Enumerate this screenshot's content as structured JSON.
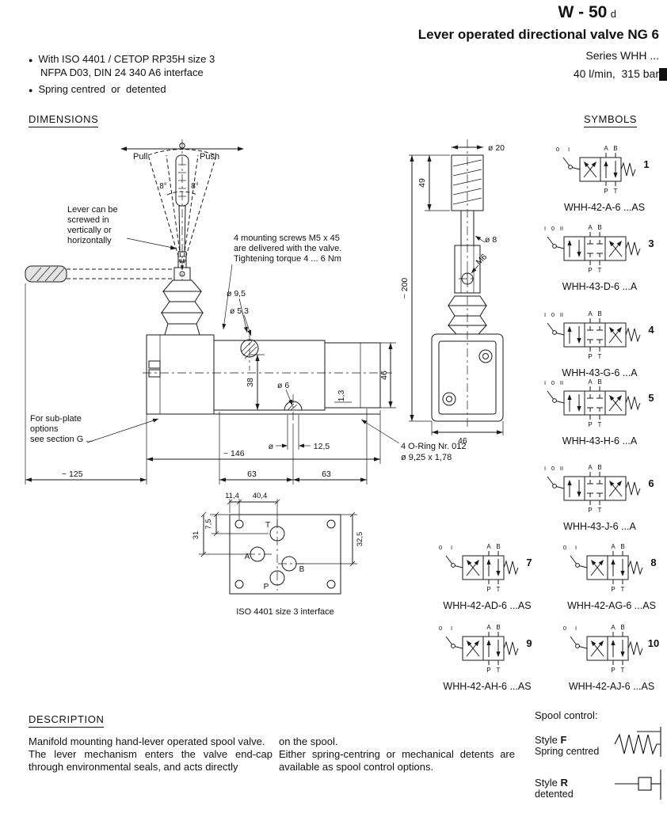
{
  "header": {
    "code": "W - 50",
    "code_suffix": "d",
    "title": "Lever operated directional valve NG 6",
    "series": "Series WHH ...",
    "rating": "40 l/min,  315 bar"
  },
  "features": {
    "bullet1_line1": "With ISO 4401 / CETOP RP35H size 3",
    "bullet1_line2": "NFPA D03, DIN 24 340 A6 interface",
    "bullet2": "Spring centred  or  detented"
  },
  "headings": {
    "dimensions": "DIMENSIONS",
    "symbols": "SYMBOLS",
    "description": "DESCRIPTION"
  },
  "drawing": {
    "pull": "Pull",
    "push": "Push",
    "angle_left": "8°",
    "angle_right": "8°",
    "lever_note_l1": "Lever can be",
    "lever_note_l2": "screwed in",
    "lever_note_l3": "vertically or",
    "lever_note_l4": "horizontally",
    "screw_note_l1": "4 mounting screws M5 x 45",
    "screw_note_l2": "are delivered with the valve.",
    "screw_note_l3": "Tightening torque 4 ... 6 Nm",
    "subplate_note_l1": "For sub-plate",
    "subplate_note_l2": "options",
    "subplate_note_l3": "see section G ...",
    "oring_note_l1": "4 O-Ring Nr. 012",
    "oring_note_l2": "ø 9,25 x 1,78",
    "dims": {
      "d95": "ø 9,5",
      "d53": "ø 5,3",
      "d38": "38",
      "d6": "ø 6",
      "d13": "1,3",
      "d46_side": "46",
      "dia_sign": "ø",
      "d125_hole": "12,5",
      "d146": "~ 146",
      "d63a": "63",
      "d63b": "63",
      "d125": "~ 125",
      "d20": "ø 20",
      "d49": "49",
      "d8": "ø 8",
      "m6": "M6",
      "d200": "~ 200",
      "d46_bottom": "46"
    }
  },
  "footprint": {
    "caption": "ISO 4401 size 3 interface",
    "dims": {
      "w1": "11,4",
      "w2": "40,4",
      "h1": "7,5",
      "h2": "31",
      "h3": "32,5"
    },
    "ports": {
      "t": "T",
      "a": "A",
      "b": "B",
      "p": "P"
    }
  },
  "symbols": {
    "ports": {
      "a": "A",
      "b": "B",
      "p": "P",
      "t": "T"
    },
    "items": [
      {
        "num": "1",
        "model": "WHH-42-A-6 ...AS",
        "cells": 2,
        "positions": [
          "0",
          "I"
        ]
      },
      {
        "num": "3",
        "model": "WHH-43-D-6 ...A",
        "cells": 3,
        "positions": [
          "I",
          "0",
          "II"
        ]
      },
      {
        "num": "4",
        "model": "WHH-43-G-6 ...A",
        "cells": 3,
        "positions": [
          "I",
          "0",
          "II"
        ]
      },
      {
        "num": "5",
        "model": "WHH-43-H-6 ...A",
        "cells": 3,
        "positions": [
          "I",
          "0",
          "II"
        ]
      },
      {
        "num": "6",
        "model": "WHH-43-J-6 ...A",
        "cells": 3,
        "positions": [
          "I",
          "0",
          "II"
        ]
      },
      {
        "num": "7",
        "model": "WHH-42-AD-6 ...AS",
        "cells": 2,
        "positions": [
          "0",
          "I"
        ]
      },
      {
        "num": "8",
        "model": "WHH-42-AG-6 ...AS",
        "cells": 2,
        "positions": [
          "0",
          "I"
        ]
      },
      {
        "num": "9",
        "model": "WHH-42-AH-6 ...AS",
        "cells": 2,
        "positions": [
          "0",
          "I"
        ]
      },
      {
        "num": "10",
        "model": "WHH-42-AJ-6 ...AS",
        "cells": 2,
        "positions": [
          "0",
          "I"
        ]
      }
    ]
  },
  "description": {
    "col1_p1": "Manifold mounting hand-lever operated spool valve.",
    "col1_p2": "The lever mechanism enters the valve end-cap through environmental seals, and acts directly",
    "col2_p1": "on the spool.",
    "col2_p2": "Either spring-centring or mechanical detents are available as spool control options."
  },
  "spool_control": {
    "title": "Spool control:",
    "style_f_label": "Style",
    "style_f_letter": "F",
    "style_f_desc": "Spring centred",
    "style_r_label": "Style",
    "style_r_letter": "R",
    "style_r_desc": "detented"
  }
}
